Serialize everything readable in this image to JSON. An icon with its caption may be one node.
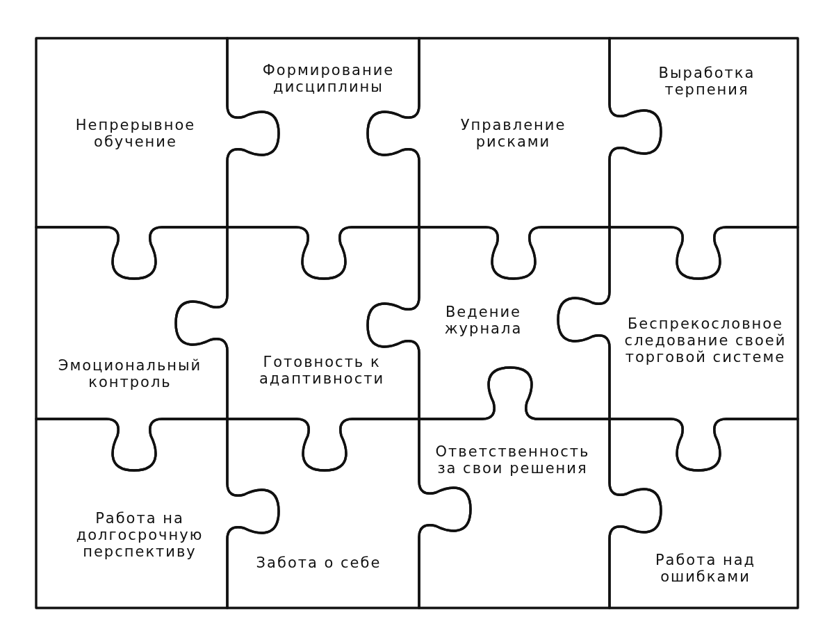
{
  "diagram": {
    "nodes": [
      {
        "text": [
          "Непрерывное обучение"
        ]
      },
      {
        "text": [
          "Формирование дисциплины"
        ]
      },
      {
        "text": [
          "Управление рисками"
        ]
      },
      {
        "text": [
          "Выработка терпения"
        ]
      },
      {
        "text": [
          "Эмоциональный контроль"
        ]
      },
      {
        "text": [
          "Готовность к адаптивности"
        ]
      },
      {
        "text": [
          "Ведение журнала"
        ]
      },
      {
        "text": [
          "Беспрекословное следование своей торговой системе"
        ]
      },
      {
        "text": [
          "Работа на долгосрочную перспективу"
        ]
      },
      {
        "text": [
          "Забота о себе"
        ]
      },
      {
        "text": [
          "Ответственность за свои решения"
        ]
      },
      {
        "text": [
          "Работа над ошибками"
        ]
      }
    ]
  }
}
